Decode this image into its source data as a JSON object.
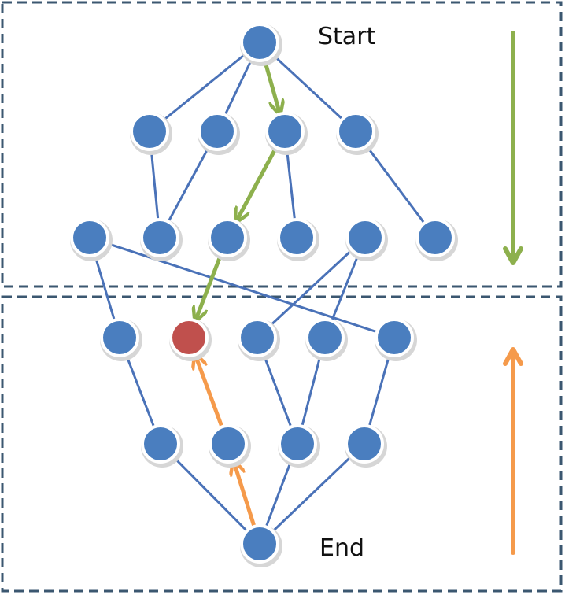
{
  "labels": {
    "start": "Start",
    "end": "End"
  },
  "colors": {
    "node": "#4a7ebf",
    "node_outline": "#ffffff",
    "highlight_node": "#c0504d",
    "edge": "#4a72b8",
    "forward_arrow": "#8db04d",
    "backward_arrow": "#f59a4b",
    "frame": "#3b5770"
  },
  "nodes": [
    {
      "id": "start",
      "role": "start"
    },
    {
      "id": "a1"
    },
    {
      "id": "a2"
    },
    {
      "id": "a3"
    },
    {
      "id": "a4"
    },
    {
      "id": "b1"
    },
    {
      "id": "b2"
    },
    {
      "id": "b3"
    },
    {
      "id": "b4"
    },
    {
      "id": "b5"
    },
    {
      "id": "b6"
    },
    {
      "id": "c1"
    },
    {
      "id": "c2",
      "role": "meeting-point"
    },
    {
      "id": "c3"
    },
    {
      "id": "c4"
    },
    {
      "id": "c5"
    },
    {
      "id": "d1"
    },
    {
      "id": "d2"
    },
    {
      "id": "d3"
    },
    {
      "id": "d4"
    },
    {
      "id": "end",
      "role": "end"
    }
  ],
  "edges": [
    [
      "start",
      "a1"
    ],
    [
      "start",
      "a2"
    ],
    [
      "start",
      "a3"
    ],
    [
      "start",
      "a4"
    ],
    [
      "a1",
      "b2"
    ],
    [
      "a2",
      "b2"
    ],
    [
      "a3",
      "b3"
    ],
    [
      "a3",
      "b4"
    ],
    [
      "a4",
      "b6"
    ],
    [
      "b1",
      "c1"
    ],
    [
      "b1",
      "c5"
    ],
    [
      "b3",
      "c2"
    ],
    [
      "b5",
      "c3"
    ],
    [
      "b5",
      "c4"
    ],
    [
      "c1",
      "d1"
    ],
    [
      "c3",
      "d3"
    ],
    [
      "c4",
      "d3"
    ],
    [
      "c5",
      "d4"
    ],
    [
      "end",
      "d1"
    ],
    [
      "end",
      "d2"
    ],
    [
      "end",
      "d3"
    ],
    [
      "end",
      "d4"
    ]
  ],
  "forward_path": [
    "start",
    "a3",
    "b3",
    "c2"
  ],
  "backward_path": [
    "end",
    "d2",
    "c2"
  ]
}
